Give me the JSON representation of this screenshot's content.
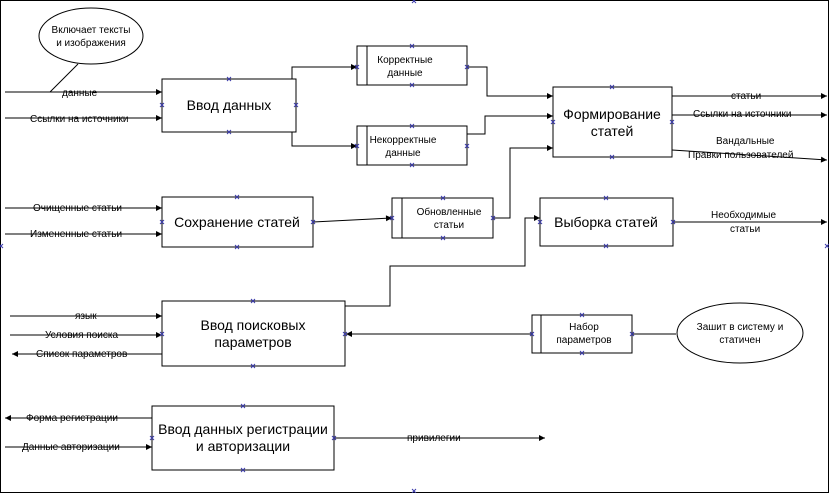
{
  "blocks": {
    "vvod_dannyh": "Ввод данных",
    "korrektnye_1": "Корректные",
    "korrektnye_2": "данные",
    "nekorrektnye_1": "Некорректные",
    "nekorrektnye_2": "данные",
    "formirovanie_1": "Формирование",
    "formirovanie_2": "статей",
    "sohranenie": "Сохранение статей",
    "obnovlennye_1": "Обновленные",
    "obnovlennye_2": "статьи",
    "vyborka": "Выборка статей",
    "poisk_1": "Ввод поисковых",
    "poisk_2": "параметров",
    "nabor_1": "Набор",
    "nabor_2": "параметров",
    "registr_1": "Ввод данных регистрации",
    "registr_2": "и авторизации"
  },
  "notes": {
    "top_1": "Включает тексты",
    "top_2": "и изображения",
    "bottom_1": "Зашит в систему и",
    "bottom_2": "статичен"
  },
  "labels": {
    "dannye": "данные",
    "ssylki_in": "Ссылки на источники",
    "statyi_out": "статьи",
    "ssylki_out": "Ссылки на источники",
    "vandal_1": "Вандальные",
    "vandal_2": "Правки пользователей",
    "ochishennye": "Очищенные статьи",
    "izmenennye": "Измененные статьи",
    "neobhodimye_1": "Необходимые",
    "neobhodimye_2": "статьи",
    "yazyk": "язык",
    "usloviya": "Условия поиска",
    "spisok": "Список параметров",
    "forma": "Форма регистрации",
    "avtoriz": "Данные авторизации",
    "privilegii": "привилегии"
  },
  "colors": {
    "line": "#000000",
    "connection_marker": "#3a3aaa"
  }
}
